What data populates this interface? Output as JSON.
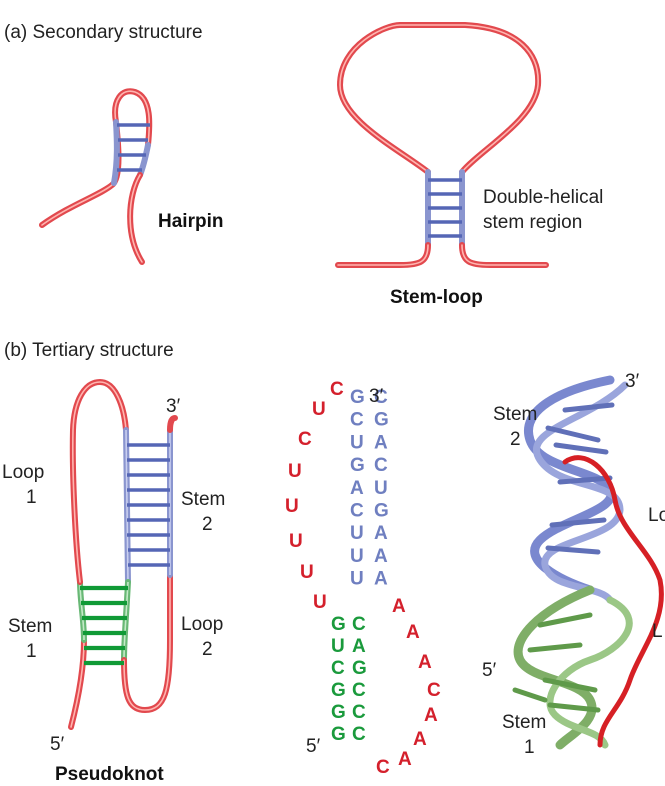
{
  "section_a": {
    "title": "(a) Secondary structure",
    "hairpin_label": "Hairpin",
    "stem_region_line1": "Double-helical",
    "stem_region_line2": "stem region",
    "stem_loop_label": "Stem-loop"
  },
  "section_b": {
    "title": "(b) Tertiary structure",
    "pseudoknot_label": "Pseudoknot",
    "three_prime": "3′",
    "five_prime": "5′",
    "loop1_line1": "Loop",
    "loop1_line2": "1",
    "loop2_line1": "Loop",
    "loop2_line2": "2",
    "stem1_line1": "Stem",
    "stem1_line2": "1",
    "stem2_line1": "Stem",
    "stem2_line2": "2",
    "sequence": {
      "loop1_bases": [
        "C",
        "U",
        "C",
        "U",
        "U",
        "U",
        "U",
        "U"
      ],
      "stem2_left": [
        "G",
        "C",
        "U",
        "G",
        "A",
        "C",
        "U",
        "U",
        "U"
      ],
      "stem2_right": [
        "C",
        "G",
        "A",
        "C",
        "U",
        "G",
        "A",
        "A",
        "A"
      ],
      "stem1_left": [
        "G",
        "U",
        "C",
        "G",
        "G",
        "G"
      ],
      "stem1_right": [
        "C",
        "A",
        "G",
        "C",
        "C",
        "C"
      ],
      "loop2_bases": [
        "A",
        "A",
        "A",
        "C",
        "A",
        "A",
        "A",
        "C"
      ]
    },
    "model": {
      "stem2_line1": "Stem",
      "stem2_line2": "2",
      "stem1_line1": "Stem",
      "stem1_line2": "1",
      "loop_partial_upper": "Lo",
      "loop_partial_lower": "L",
      "three_prime": "3′",
      "five_prime": "5′"
    }
  },
  "colors": {
    "loop": "#e2494e",
    "stem2": "#8a95cf",
    "stem1": "#68b875",
    "seq_red": "#d4202c",
    "seq_blue": "#6f7fc0",
    "seq_green": "#1a9a3c"
  }
}
